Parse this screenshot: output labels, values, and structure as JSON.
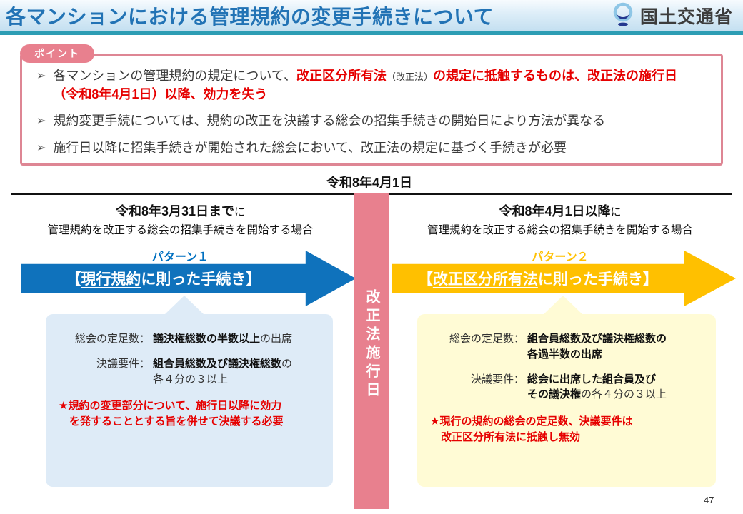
{
  "header": {
    "title": "各マンションにおける管理規約の変更手続きについて",
    "agency": "国土交通省"
  },
  "points": {
    "badge": "ポイント",
    "bullet1": {
      "s1": "各マンションの管理規約の規定について、",
      "s2": "改正区分所有法",
      "s3": "（改正法）",
      "s4": "の規定に抵触するものは、改正法の施行日",
      "s5": "（令和8年4月1日）以降、効力を失う"
    },
    "bullet2": "規約変更手続については、規約の改正を決議する総会の招集手続きの開始日により方法が異なる",
    "bullet3": "施行日以降に招集手続きが開始された総会において、改正法の規定に基づく手続きが必要"
  },
  "timeline": {
    "date_label": "令和8年4月1日",
    "bar_label": "改正法施行日",
    "left": {
      "header_bold": "令和8年3月31日まで",
      "header_tail": "に",
      "header_sub": "管理規約を改正する総会の招集手続きを開始する場合",
      "pattern": "パターン１",
      "arrow_open": "【",
      "arrow_underlined": "現行規約",
      "arrow_rest": "に則った手続き】",
      "quorum_label": "総会の定足数：",
      "quorum_bold": "議決権総数の半数以上",
      "quorum_tail": "の出席",
      "resolution_label": "決議要件：",
      "resolution_bold": "組合員総数及び議決権総数",
      "resolution_tail": "の",
      "resolution_line2": "各４分の３以上",
      "note1": "★規約の変更部分について、施行日以降に効力",
      "note2": "を発することとする旨を併せて決議する必要"
    },
    "right": {
      "header_bold": "令和8年4月1日以降",
      "header_tail": "に",
      "header_sub": "管理規約を改正する総会の招集手続きを開始する場合",
      "pattern": "パターン２",
      "arrow_open": "【",
      "arrow_underlined": "改正区分所有法",
      "arrow_rest": "に則った手続き】",
      "quorum_label": "総会の定足数：",
      "quorum_bold1": "組合員総数及び議決権総数の",
      "quorum_bold2": "各過半数の出席",
      "resolution_label": "決議要件：",
      "resolution_bold1": "総会に出席した組合員及び",
      "resolution_bold2": "その議決権",
      "resolution_tail": "の各４分の３以上",
      "note1": "★現行の規約の総会の定足数、決議要件は",
      "note2": "改正区分所有法に抵触し無効"
    }
  },
  "page": {
    "number": "47"
  },
  "colors": {
    "title_blue": "#2273B5",
    "teal_line": "#2D9DB4",
    "pink": "#E8808E",
    "red_text": "#E60000",
    "arrow_blue": "#0F72BC",
    "pattern1_blue": "#0070C0",
    "orange": "#FFC000",
    "box_blue": "#DEEBF7",
    "box_yellow": "#FFFBD5"
  }
}
